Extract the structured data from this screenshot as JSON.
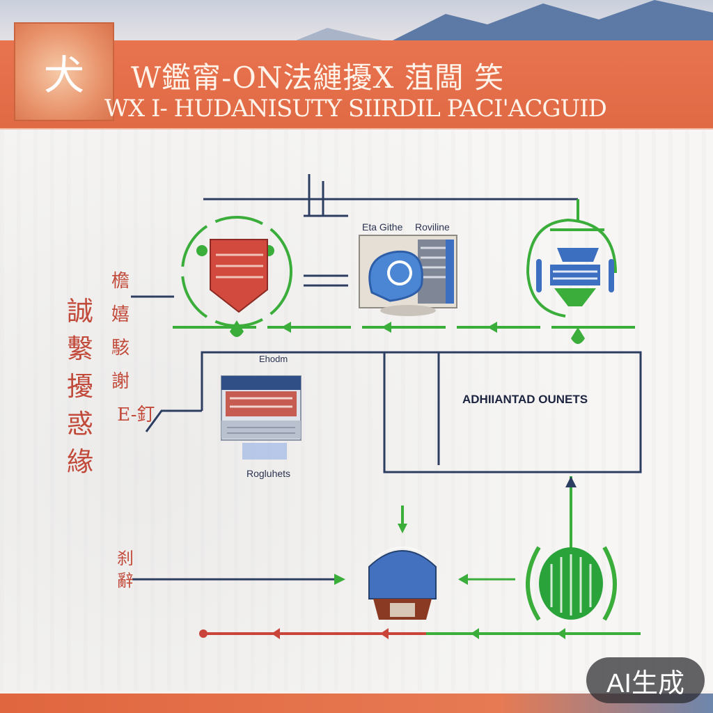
{
  "header": {
    "logo_glyph": "犬",
    "title_line1": "W鑑甯-ON法縺擾X 菹闆 笑",
    "title_line2": "WX I- HUDANISUTY SIIRDIL PACI'ACGUID"
  },
  "diagram": {
    "nodes": {
      "top_center_left_label": "Eta Githe",
      "top_center_right_label": "Roviline",
      "middle_left_top_label": "Ehodm",
      "middle_left_bottom_label": "Rogluhets",
      "middle_right_box_label": "ADHIIANTAD OUNETS"
    },
    "left_vertical_text": "誠\n繫\n擾\n惑\n緣",
    "left_mid_text": "檐\n嬉\n駭\n謝\n E-釘",
    "bottom_left_text": "刹\n辭"
  },
  "badge": {
    "label": "AI生成"
  },
  "colors": {
    "banner": "#e06a44",
    "green": "#3aad3a",
    "navy": "#2c3d62",
    "red": "#c9443a",
    "blue": "#3d6fc0"
  }
}
